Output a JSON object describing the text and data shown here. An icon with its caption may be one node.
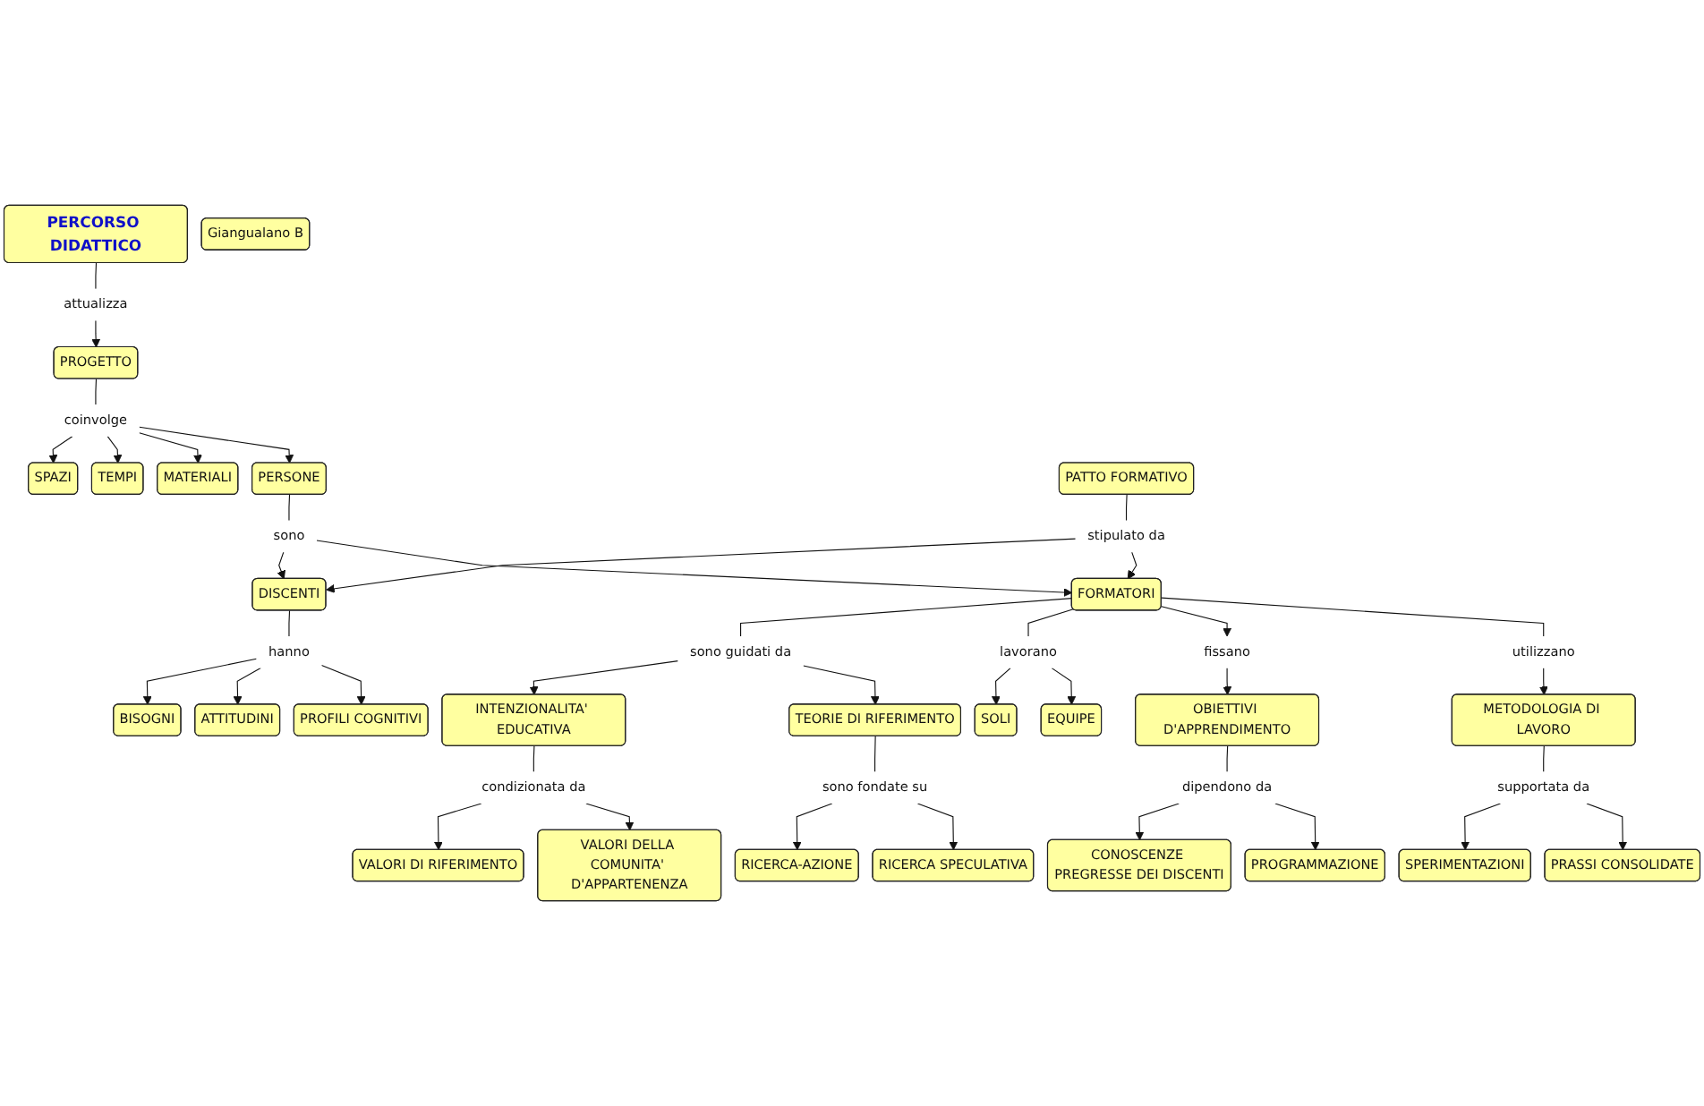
{
  "diagram": {
    "nodes": [
      {
        "text": [
          "SPAZI"
        ]
      },
      {
        "text": [
          "PERCORSO DIDATTICO"
        ]
      },
      {
        "text": [
          "Giangualano B"
        ]
      },
      {
        "text": [
          "TEMPI"
        ]
      },
      {
        "text": [
          "BISOGNI"
        ]
      },
      {
        "text": [
          "attualizza"
        ]
      },
      {
        "text": [
          "coinvolge"
        ]
      },
      {
        "text": [
          "hanno"
        ]
      },
      {
        "text": [
          "ATTITUDINI"
        ]
      },
      {
        "text": [
          "MATERIALI"
        ]
      },
      {
        "text": [
          "PROGETTO"
        ]
      },
      {
        "text": [
          "DISCENTI"
        ]
      },
      {
        "text": [
          "PROFILI COGNITIVI"
        ]
      },
      {
        "text": [
          "PERSONE"
        ]
      },
      {
        "text": [
          "VALORI DI RIFERIMENTO"
        ]
      },
      {
        "text": [
          "stipulato da"
        ]
      },
      {
        "text": [
          "condizionata da"
        ]
      },
      {
        "text": [
          "VALORI DELLA COMUNITA' D'APPARTENENZA"
        ]
      },
      {
        "text": [
          "sono"
        ]
      },
      {
        "text": [
          "PATTO FORMATIVO"
        ]
      },
      {
        "text": [
          "INTENZIONALITA' EDUCATIVA"
        ]
      },
      {
        "text": [
          "FORMATORI"
        ]
      },
      {
        "text": [
          "sono guidati da"
        ]
      },
      {
        "text": [
          "lavorano"
        ]
      },
      {
        "text": [
          "TEORIE DI RIFERIMENTO"
        ]
      },
      {
        "text": [
          "sono fondate su"
        ]
      },
      {
        "text": [
          "RICERCA-AZIONE"
        ]
      },
      {
        "text": [
          "fissano"
        ]
      },
      {
        "text": [
          "utilizzano"
        ]
      },
      {
        "text": [
          "SOLI"
        ]
      },
      {
        "text": [
          "OBIETTIVI D'APPRENDIMENTO"
        ]
      },
      {
        "text": [
          "RICERCA SPECULATIVA"
        ]
      },
      {
        "text": [
          "EQUIPE"
        ]
      },
      {
        "text": [
          "dipendono da"
        ]
      },
      {
        "text": [
          "METODOLOGIA DI LAVORO"
        ]
      },
      {
        "text": [
          "CONOSCENZE PREGRESSE DEI DISCENTI"
        ]
      },
      {
        "text": [
          "PROGRAMMAZIONE"
        ]
      },
      {
        "text": [
          "supportata da"
        ]
      },
      {
        "text": [
          "SPERIMENTAZIONI"
        ]
      },
      {
        "text": [
          "PRASSI CONSOLIDATE"
        ]
      }
    ],
    "edges": [
      {
        "from": 1,
        "to": 5,
        "arrow": "none"
      },
      {
        "from": 5,
        "to": 10,
        "arrow": "to"
      },
      {
        "from": 10,
        "to": 6,
        "arrow": "none"
      },
      {
        "from": 6,
        "to": 0,
        "arrow": "to"
      },
      {
        "from": 6,
        "to": 3,
        "arrow": "to"
      },
      {
        "from": 6,
        "to": 9,
        "arrow": "to"
      },
      {
        "from": 6,
        "to": 13,
        "arrow": "to"
      },
      {
        "from": 11,
        "to": 7,
        "arrow": "none"
      },
      {
        "from": 7,
        "to": 4,
        "arrow": "to"
      },
      {
        "from": 7,
        "to": 8,
        "arrow": "to"
      },
      {
        "from": 7,
        "to": 12,
        "arrow": "to"
      },
      {
        "from": 13,
        "to": 18,
        "arrow": "none"
      },
      {
        "from": 18,
        "to": 11,
        "arrow": "to"
      },
      {
        "from": 18,
        "to": 21,
        "arrow": "to"
      },
      {
        "from": 19,
        "to": 15,
        "arrow": "none"
      },
      {
        "from": 15,
        "to": 11,
        "arrow": "to"
      },
      {
        "from": 15,
        "to": 21,
        "arrow": "to"
      },
      {
        "from": 20,
        "to": 16,
        "arrow": "none"
      },
      {
        "from": 16,
        "to": 14,
        "arrow": "to"
      },
      {
        "from": 16,
        "to": 17,
        "arrow": "to"
      },
      {
        "from": 21,
        "to": 22,
        "arrow": "none"
      },
      {
        "from": 22,
        "to": 20,
        "arrow": "to"
      },
      {
        "from": 22,
        "to": 24,
        "arrow": "to"
      },
      {
        "from": 24,
        "to": 25,
        "arrow": "none"
      },
      {
        "from": 25,
        "to": 26,
        "arrow": "to"
      },
      {
        "from": 25,
        "to": 31,
        "arrow": "to"
      },
      {
        "from": 21,
        "to": 23,
        "arrow": "none"
      },
      {
        "from": 23,
        "to": 29,
        "arrow": "to"
      },
      {
        "from": 23,
        "to": 32,
        "arrow": "to"
      },
      {
        "from": 21,
        "to": 27,
        "arrow": "to"
      },
      {
        "from": 27,
        "to": 30,
        "arrow": "to"
      },
      {
        "from": 21,
        "to": 28,
        "arrow": "none"
      },
      {
        "from": 28,
        "to": 34,
        "arrow": "to"
      },
      {
        "from": 30,
        "to": 33,
        "arrow": "none"
      },
      {
        "from": 33,
        "to": 35,
        "arrow": "to"
      },
      {
        "from": 33,
        "to": 36,
        "arrow": "to"
      },
      {
        "from": 34,
        "to": 37,
        "arrow": "none"
      },
      {
        "from": 37,
        "to": 38,
        "arrow": "to"
      },
      {
        "from": 37,
        "to": 39,
        "arrow": "to"
      }
    ]
  }
}
